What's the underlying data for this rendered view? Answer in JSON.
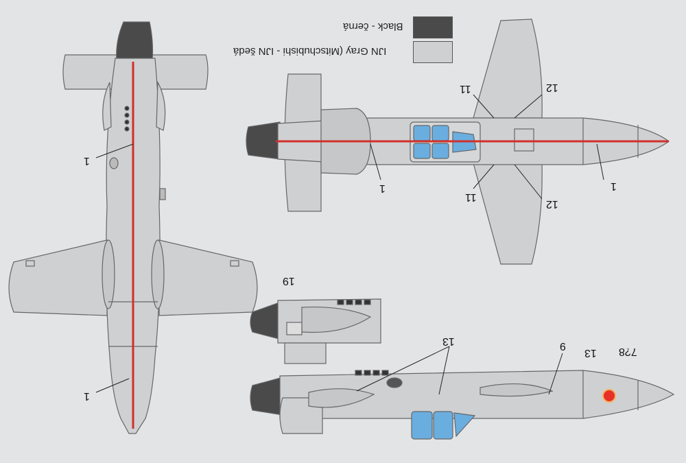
{
  "legend": [
    {
      "label": "Black - černá",
      "color": "#4a4a4a"
    },
    {
      "label": "IJN Gray (Mitschubishi - IJN šedá",
      "color": "#cfd0d2"
    }
  ],
  "colors": {
    "gray": "#cfd0d2",
    "black": "#4a4a4a",
    "red_line": "#d0302a",
    "canopy": "#6aaee0",
    "roundel": "#e8302a",
    "outline": "#666666"
  },
  "callouts": {
    "c1a": "1",
    "c1b": "1",
    "c1c": "1",
    "c1d": "1",
    "c11a": "11",
    "c11b": "11",
    "c12a": "12",
    "c12b": "12",
    "c13a": "13",
    "c13b": "13",
    "c19": "19",
    "c9": "9",
    "c78": "7?8"
  }
}
